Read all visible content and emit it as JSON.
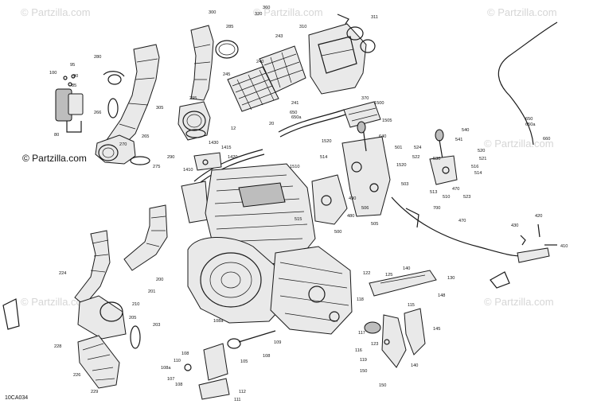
{
  "watermark": {
    "text": "© Partzilla.com"
  },
  "diagram_code": "10CA034",
  "callouts": [
    {
      "id": "c300",
      "text": "300"
    },
    {
      "id": "c285",
      "text": "285"
    },
    {
      "id": "c320",
      "text": "320"
    },
    {
      "id": "c360",
      "text": "360"
    },
    {
      "id": "c311",
      "text": "311"
    },
    {
      "id": "c310",
      "text": "310"
    },
    {
      "id": "c243",
      "text": "243"
    },
    {
      "id": "c280",
      "text": "280"
    },
    {
      "id": "c240",
      "text": "240"
    },
    {
      "id": "c245",
      "text": "245"
    },
    {
      "id": "c95",
      "text": "95"
    },
    {
      "id": "c100",
      "text": "100"
    },
    {
      "id": "c90",
      "text": "90"
    },
    {
      "id": "c85",
      "text": "85"
    },
    {
      "id": "c80",
      "text": "80"
    },
    {
      "id": "c305",
      "text": "305"
    },
    {
      "id": "c295",
      "text": "295"
    },
    {
      "id": "c241",
      "text": "241"
    },
    {
      "id": "c370",
      "text": "370"
    },
    {
      "id": "c1500",
      "text": "1500"
    },
    {
      "id": "c650a",
      "text": "650"
    },
    {
      "id": "c650b",
      "text": "650a"
    },
    {
      "id": "c1505",
      "text": "1505"
    },
    {
      "id": "c266",
      "text": "266"
    },
    {
      "id": "c20",
      "text": "20"
    },
    {
      "id": "c12",
      "text": "12"
    },
    {
      "id": "c265",
      "text": "265"
    },
    {
      "id": "c290",
      "text": "290"
    },
    {
      "id": "c270",
      "text": "270"
    },
    {
      "id": "c275",
      "text": "275"
    },
    {
      "id": "c1430",
      "text": "1430"
    },
    {
      "id": "c1415",
      "text": "1415"
    },
    {
      "id": "c1420",
      "text": "1420"
    },
    {
      "id": "c1410",
      "text": "1410"
    },
    {
      "id": "c1520",
      "text": "1520"
    },
    {
      "id": "c640",
      "text": "640"
    },
    {
      "id": "c501",
      "text": "501"
    },
    {
      "id": "c514",
      "text": "514"
    },
    {
      "id": "c1510",
      "text": "1510"
    },
    {
      "id": "c1520b",
      "text": "1520"
    },
    {
      "id": "c540",
      "text": "540"
    },
    {
      "id": "c541",
      "text": "541"
    },
    {
      "id": "c520",
      "text": "520"
    },
    {
      "id": "c521",
      "text": "521"
    },
    {
      "id": "c524",
      "text": "524"
    },
    {
      "id": "c522",
      "text": "522"
    },
    {
      "id": "c530",
      "text": "530"
    },
    {
      "id": "c516",
      "text": "516"
    },
    {
      "id": "c514b",
      "text": "514"
    },
    {
      "id": "c470b",
      "text": "470"
    },
    {
      "id": "c513",
      "text": "513"
    },
    {
      "id": "c510",
      "text": "510"
    },
    {
      "id": "c523",
      "text": "523"
    },
    {
      "id": "c503",
      "text": "503"
    },
    {
      "id": "c490",
      "text": "490"
    },
    {
      "id": "c506",
      "text": "506"
    },
    {
      "id": "c480",
      "text": "480"
    },
    {
      "id": "c700",
      "text": "700"
    },
    {
      "id": "c505",
      "text": "505"
    },
    {
      "id": "c515",
      "text": "515"
    },
    {
      "id": "c500",
      "text": "500"
    },
    {
      "id": "c470",
      "text": "470"
    },
    {
      "id": "c420",
      "text": "420"
    },
    {
      "id": "c430",
      "text": "430"
    },
    {
      "id": "c410",
      "text": "410"
    },
    {
      "id": "c650r",
      "text": "650"
    },
    {
      "id": "c650ra",
      "text": "650a"
    },
    {
      "id": "c660",
      "text": "660"
    },
    {
      "id": "c224",
      "text": "224"
    },
    {
      "id": "c200",
      "text": "200"
    },
    {
      "id": "c201",
      "text": "201"
    },
    {
      "id": "c210",
      "text": "210"
    },
    {
      "id": "c205",
      "text": "205"
    },
    {
      "id": "c203",
      "text": "203"
    },
    {
      "id": "c228",
      "text": "228"
    },
    {
      "id": "c226",
      "text": "226"
    },
    {
      "id": "c229",
      "text": "229"
    },
    {
      "id": "c122",
      "text": "122"
    },
    {
      "id": "c125",
      "text": "125"
    },
    {
      "id": "c140",
      "text": "140"
    },
    {
      "id": "c130",
      "text": "130"
    },
    {
      "id": "c118",
      "text": "118"
    },
    {
      "id": "c148",
      "text": "148"
    },
    {
      "id": "c115",
      "text": "115"
    },
    {
      "id": "c145",
      "text": "145"
    },
    {
      "id": "c117",
      "text": "117"
    },
    {
      "id": "c123",
      "text": "123"
    },
    {
      "id": "c116",
      "text": "116"
    },
    {
      "id": "c119",
      "text": "119"
    },
    {
      "id": "c140b",
      "text": "140"
    },
    {
      "id": "c150",
      "text": "150"
    },
    {
      "id": "c150b",
      "text": "150"
    },
    {
      "id": "c108a",
      "text": "108a"
    },
    {
      "id": "c109",
      "text": "109"
    },
    {
      "id": "c108",
      "text": "108"
    },
    {
      "id": "c108b",
      "text": "108"
    },
    {
      "id": "c110",
      "text": "110"
    },
    {
      "id": "c105",
      "text": "105"
    },
    {
      "id": "c108c",
      "text": "108a"
    },
    {
      "id": "c107",
      "text": "107"
    },
    {
      "id": "c108d",
      "text": "108"
    },
    {
      "id": "c112",
      "text": "112"
    },
    {
      "id": "c111",
      "text": "111"
    }
  ]
}
